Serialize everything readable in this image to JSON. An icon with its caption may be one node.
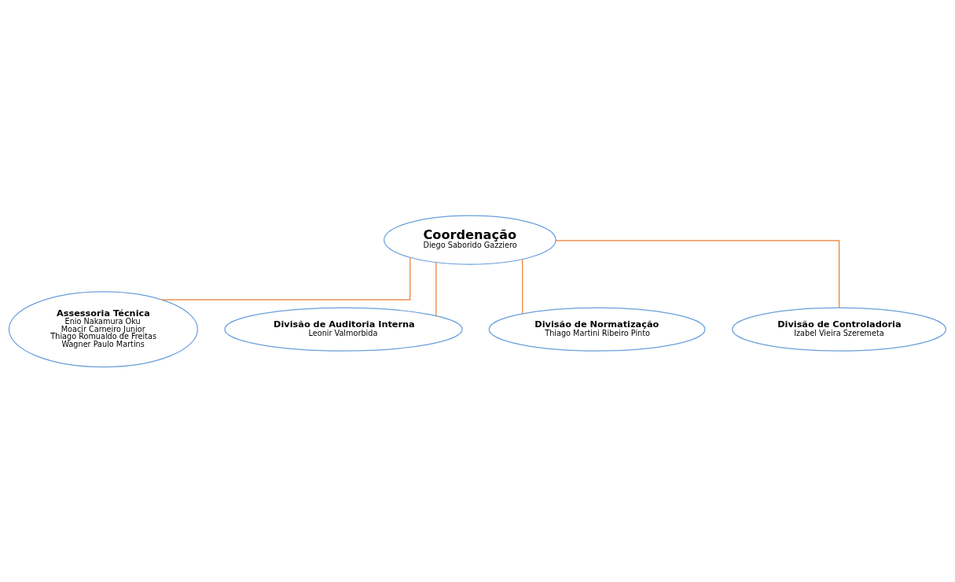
{
  "diagram": {
    "nodes": [
      {
        "text": [
          "Coordenação",
          "Diego Saborido Gazziero"
        ]
      },
      {
        "text": [
          "Assessoria Técnica",
          "Enio Nakamura Oku",
          "Moacir Carneiro Junior",
          "Thiago Romualdo de Freitas",
          "Wagner Paulo Martins"
        ]
      },
      {
        "text": [
          "Divisão de Auditoria Interna",
          "Leonir Valmorbida"
        ]
      },
      {
        "text": [
          "Divisão de Normatização",
          "Thiago Martini Ribeiro Pinto"
        ]
      },
      {
        "text": [
          "Divisão de Controladoria",
          "Izabel Vieira Szeremeta"
        ]
      }
    ],
    "edges": [
      {
        "from": 0,
        "to": 1,
        "arrow": "none"
      },
      {
        "from": 0,
        "to": 2,
        "arrow": "none"
      },
      {
        "from": 0,
        "to": 3,
        "arrow": "none"
      },
      {
        "from": 0,
        "to": 4,
        "arrow": "none"
      }
    ]
  }
}
